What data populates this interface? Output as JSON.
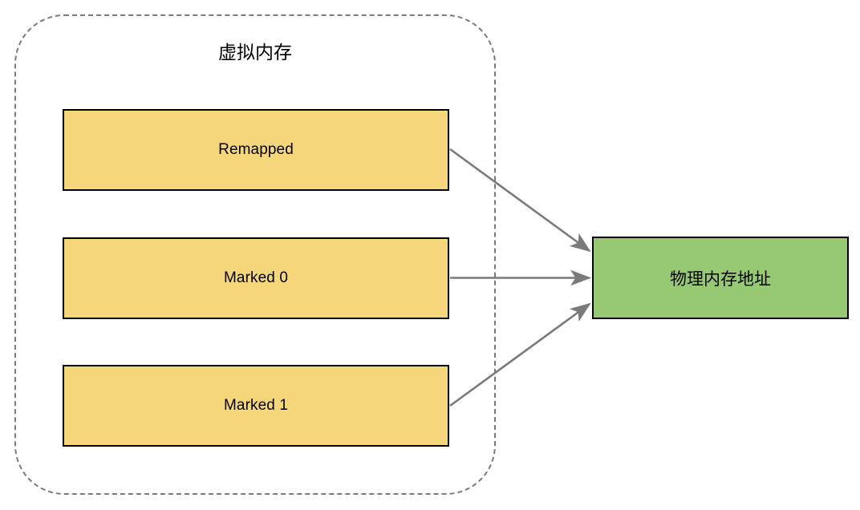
{
  "diagram": {
    "title_text": "虚拟内存",
    "stroke_color": "#000000",
    "edge_color": "#7a7a7a",
    "virtual_memory_group": {
      "label": "虚拟内存",
      "border_style": "dashed",
      "border_color": "#7a7a7a",
      "blocks": [
        {
          "label": "Remapped",
          "fill": "#F5D67B"
        },
        {
          "label": "Marked 0",
          "fill": "#F5D67B"
        },
        {
          "label": "Marked 1",
          "fill": "#F5D67B"
        }
      ]
    },
    "physical_memory": {
      "label": "物理内存地址",
      "fill": "#97C973"
    },
    "edges": [
      {
        "from": "Remapped",
        "to": "物理内存地址",
        "arrow": "single"
      },
      {
        "from": "Marked 0",
        "to": "物理内存地址",
        "arrow": "single"
      },
      {
        "from": "Marked 1",
        "to": "物理内存地址",
        "arrow": "single"
      }
    ]
  }
}
